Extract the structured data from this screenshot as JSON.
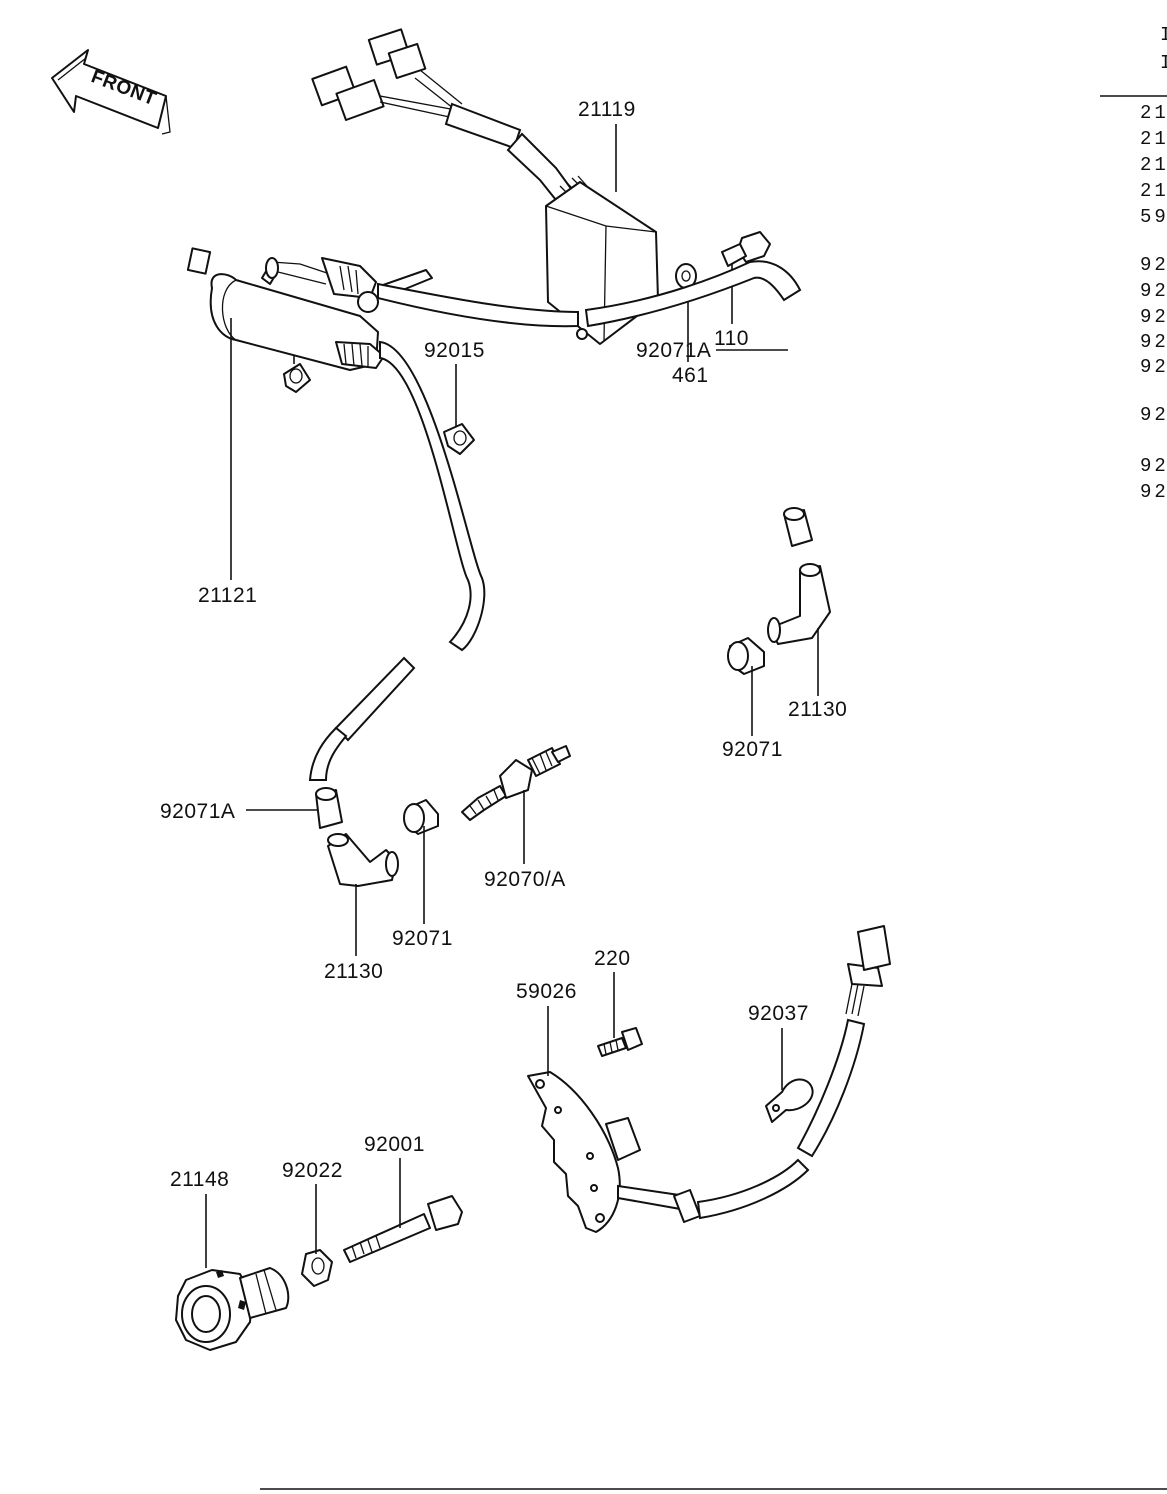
{
  "diagram": {
    "front_arrow_text": "FRONT",
    "part_labels": {
      "p21119": "21119",
      "p110": "110",
      "p461": "461",
      "p92015_a": "92015",
      "p92015_b": "92015",
      "p21121": "21121",
      "p92071A_right": "92071A",
      "p21130_right": "21130",
      "p92071_right": "92071",
      "p92071A_left": "92071A",
      "p92070A": "92070/A",
      "p21130_left": "21130",
      "p92071_left": "92071",
      "p220": "220",
      "p59026": "59026",
      "p92037": "92037",
      "p92001": "92001",
      "p92022": "92022",
      "p21148": "21148"
    },
    "side_list_fragments": [
      "21",
      "21",
      "21",
      "21",
      "59",
      "92",
      "92",
      "92",
      "92",
      "92",
      "92",
      "92",
      "92"
    ]
  }
}
